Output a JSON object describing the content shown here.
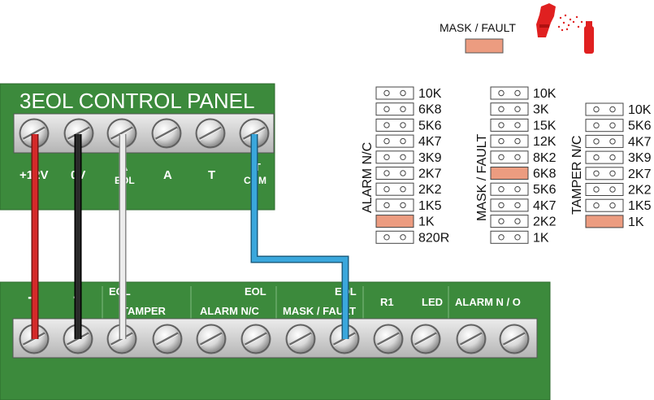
{
  "legend": {
    "label": "MASK / FAULT",
    "swatch_color": "#ec9c80",
    "icon": "spray-can-icon"
  },
  "control_panel": {
    "title": "3EOL CONTROL PANEL",
    "terminal_labels": [
      "+12V",
      "0V",
      "A",
      "EOL",
      "A",
      "T",
      "T",
      "COM"
    ]
  },
  "detector_board": {
    "labels": [
      "+",
      "-",
      "EOL",
      "TAMPER",
      "EOL",
      "ALARM N/C",
      "EOL",
      "MASK / FAULT",
      "R1",
      "LED",
      "ALARM N / O"
    ]
  },
  "dip_alarm": {
    "title": "ALARM N/C",
    "values": [
      "10K",
      "6K8",
      "5K6",
      "4K7",
      "3K9",
      "2K7",
      "2K2",
      "1K5",
      "1K",
      "820R"
    ],
    "selected": 8
  },
  "dip_mask": {
    "title": "MASK / FAULT",
    "values": [
      "10K",
      "3K",
      "15K",
      "12K",
      "8K2",
      "6K8",
      "5K6",
      "4K7",
      "2K2",
      "1K"
    ],
    "selected": 5
  },
  "dip_tamper": {
    "title": "TAMPER N/C",
    "values": [
      "10K",
      "5K6",
      "4K7",
      "3K9",
      "2K7",
      "2K2",
      "1K5",
      "1K"
    ],
    "selected": 7
  },
  "colors": {
    "board_green": "#3c8a3c",
    "wire_red": "#d42a2a",
    "wire_black": "#222222",
    "wire_white": "#e2e2e2",
    "wire_blue": "#3aa7dc",
    "selected_switch": "#ec9c80"
  }
}
